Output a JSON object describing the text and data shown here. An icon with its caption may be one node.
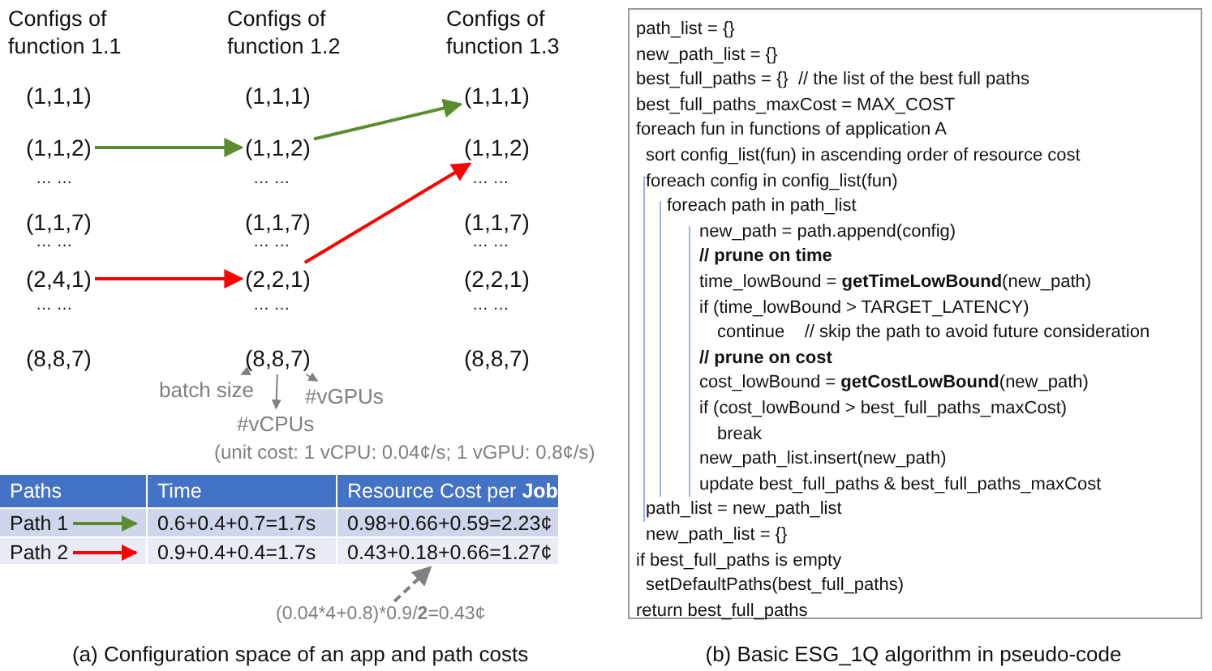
{
  "diagram": {
    "nodes": [
      {
        "text": [
          "(1,1,1)"
        ]
      },
      {
        "text": [
          "(1,1,2)"
        ]
      },
      {
        "text": [
          "(1,1,2)"
        ]
      },
      {
        "text": [
          "(1,1,2)"
        ]
      },
      {
        "text": [
          "(2,4,1)"
        ]
      },
      {
        "text": [
          "(2,2,1)"
        ]
      },
      {
        "text": [
          "(8,8,7)"
        ]
      },
      {
        "text": [
          "batch size"
        ]
      },
      {
        "text": [
          "#vGPUs"
        ]
      },
      {
        "text": [
          "#vCPUs"
        ]
      },
      {
        "text": [
          "0.43+0.18+0.66=1.27¢"
        ]
      },
      {
        "text": [
          "(0.04*4+0.8)*0.9/**2**=0.43¢"
        ]
      },
      {
        "text": [
          "path_list = {}",
          "new_path_list = {}",
          "best_full_paths = {}  // the list of the best full paths",
          "best_full_paths_maxCost = MAX_COST",
          "foreach fun in functions of application A",
          "sort config_list(fun) in ascending order of resource cost",
          "foreach config in config_list(fun)",
          "foreach path in path_list",
          "new_path = path.append(config)",
          "**// prune on time**",
          "time_lowBound = **getTimeLowBound**(new_path)",
          "if (time_lowBound > TARGET_LATENCY)",
          "continue    // skip the path to avoid future consideration",
          "**// prune on cost**",
          "cost_lowBound = **getCostLowBound**(new_path)",
          "if (cost_lowBound > best_full_paths_maxCost)",
          "break",
          "new_path_list.insert(new_path)",
          "update best_full_paths & best_full_paths_maxCost",
          "path_list = new_path_list",
          "new_path_list = {}",
          "if best_full_paths is empty",
          "setDefaultPaths(best_full_paths)",
          "return best_full_paths"
        ]
      }
    ],
    "edges": [
      {
        "from": 1,
        "to": 2,
        "arrow": "to",
        "color": "#5b8c2f"
      },
      {
        "from": 2,
        "to": 0,
        "arrow": "to",
        "color": "#5b8c2f"
      },
      {
        "from": 4,
        "to": 5,
        "arrow": "to",
        "color": "#ff0000"
      },
      {
        "from": 5,
        "to": 3,
        "arrow": "to",
        "color": "#ff0000"
      },
      {
        "from": 6,
        "to": 7,
        "arrow": "to",
        "color": "#808080"
      },
      {
        "from": 6,
        "to": 9,
        "arrow": "to",
        "color": "#808080"
      },
      {
        "from": 6,
        "to": 8,
        "arrow": "to",
        "color": "#808080"
      },
      {
        "from": 11,
        "to": 10,
        "arrow": "to",
        "style": "dashed",
        "color": "#808080"
      }
    ],
    "labels": [
      "Configs of function 1.1",
      "Configs of function 1.2",
      "Configs of function 1.3",
      "(1,1,1)",
      "(1,1,1)",
      "… …",
      "… …",
      "… …",
      "(1,1,7)",
      "(1,1,7)",
      "(1,1,7)",
      "… …",
      "… …",
      "… …",
      "(2,2,1)",
      "… …",
      "… …",
      "… …",
      "(8,8,7)",
      "(8,8,7)",
      "(unit cost: 1 vCPU: 0.04¢/s; 1 vGPU: 0.8¢/s)",
      "Paths",
      "Time",
      "Resource Cost per **Job**",
      "Path 1",
      "0.6+0.4+0.7=1.7s",
      "0.98+0.66+0.59=2.23¢",
      "Path 2",
      "0.9+0.4+0.4=1.7s",
      "(a) Configuration space of an app and path costs",
      "(b) Basic ESG_1Q algorithm in pseudo-code"
    ]
  }
}
